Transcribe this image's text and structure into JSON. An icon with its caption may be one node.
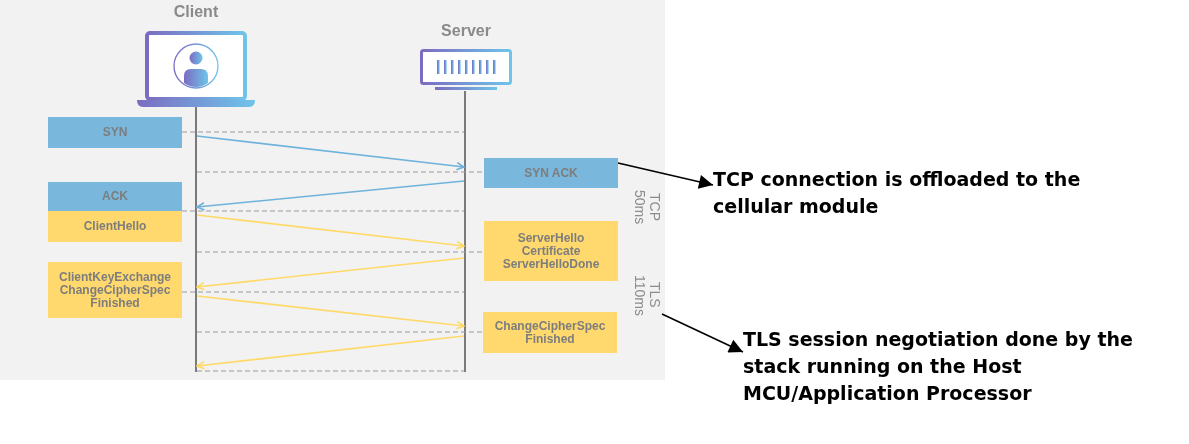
{
  "diagram": {
    "nodes": [
      {
        "text": [
          "Client"
        ]
      },
      {
        "text": [
          "Server"
        ]
      },
      {
        "text": [],
        "shape": "line"
      },
      {
        "text": [],
        "shape": "line"
      },
      {
        "text": [
          "SYN"
        ]
      },
      {
        "text": [
          "SYN ACK"
        ]
      },
      {
        "text": [
          "ACK"
        ]
      },
      {
        "text": [
          "ClientHello"
        ]
      },
      {
        "text": [
          "ServerHello Certificate ServerHelloDone"
        ]
      },
      {
        "text": [
          "ClientKeyExchange ChangeCipherSpec Finished"
        ]
      },
      {
        "text": [
          "ChangeCipherSpec Finished"
        ]
      },
      {
        "text": [
          "TLS 110ms"
        ]
      },
      {
        "text": [
          "TCP connection is offloaded to the cellular module"
        ]
      },
      {
        "text": [
          "TLS session negotiation done by the stack running on the Host MCU/Application Processor"
        ]
      }
    ],
    "edges": [
      {
        "from": 4,
        "to": 3,
        "arrow": "none",
        "style": "dashed"
      },
      {
        "from": 2,
        "to": 3,
        "arrow": "to",
        "color": "#6fb3dc"
      },
      {
        "from": 2,
        "to": 5,
        "arrow": "none",
        "style": "dashed"
      },
      {
        "from": 5,
        "to": 12,
        "arrow": "to",
        "color": "#000000"
      },
      {
        "from": 3,
        "to": 2,
        "arrow": "to",
        "color": "#6fb3dc"
      },
      {
        "from": 6,
        "to": 3,
        "arrow": "none",
        "style": "dashed"
      },
      {
        "from": 2,
        "to": 3,
        "arrow": "to",
        "color": "#ffd966"
      },
      {
        "from": 2,
        "to": 8,
        "arrow": "none",
        "style": "dashed"
      },
      {
        "from": 3,
        "to": 2,
        "arrow": "to",
        "color": "#ffd966"
      },
      {
        "from": 9,
        "to": 3,
        "arrow": "none",
        "style": "dashed"
      },
      {
        "from": 2,
        "to": 3,
        "arrow": "to",
        "color": "#ffd966"
      },
      {
        "from": 11,
        "to": 13,
        "arrow": "to",
        "color": "#000000"
      },
      {
        "from": 2,
        "to": 10,
        "arrow": "none",
        "style": "dashed"
      },
      {
        "from": 3,
        "to": 2,
        "arrow": "to",
        "color": "#ffd966"
      },
      {
        "from": 2,
        "to": 3,
        "arrow": "none",
        "style": "dashed"
      }
    ],
    "labels": [
      "TCP 50ms"
    ]
  }
}
